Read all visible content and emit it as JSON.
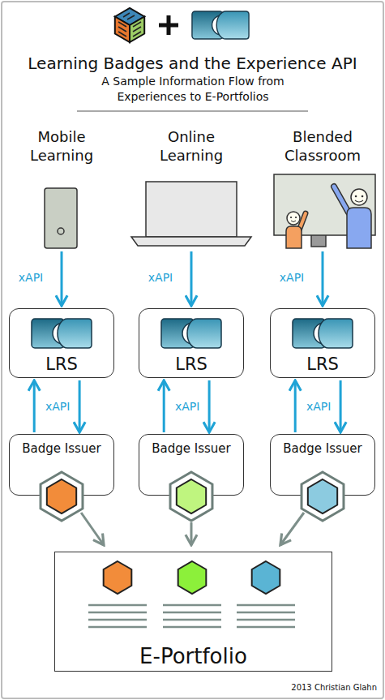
{
  "diagram": {
    "title": "Learning Badges and the Experience API",
    "nodes": [
      {
        "text": [
          "Mobile Learning"
        ]
      },
      {
        "text": [
          "Online Learning"
        ]
      },
      {
        "text": [
          "Blended Classroom"
        ]
      },
      {
        "text": [
          "LRS"
        ]
      },
      {
        "text": [
          "LRS"
        ]
      },
      {
        "text": [
          "LRS"
        ]
      },
      {
        "text": [
          "Badge Issuer"
        ]
      },
      {
        "text": [
          "Badge Issuer"
        ]
      },
      {
        "text": [
          "Badge Issuer"
        ]
      },
      {
        "text": [
          "E-Portfolio"
        ]
      }
    ],
    "edges": [
      {
        "from": 0,
        "to": 3,
        "label": "xAPI",
        "arrow": "to"
      },
      {
        "from": 1,
        "to": 4,
        "label": "xAPI",
        "arrow": "to"
      },
      {
        "from": 2,
        "to": 5,
        "label": "xAPI",
        "arrow": "to"
      },
      {
        "from": 6,
        "to": 3,
        "arrow": "to"
      },
      {
        "from": 3,
        "to": 6,
        "label": "xAPI",
        "arrow": "to"
      },
      {
        "from": 7,
        "to": 4,
        "arrow": "to"
      },
      {
        "from": 4,
        "to": 7,
        "label": "xAPI",
        "arrow": "to"
      },
      {
        "from": 8,
        "to": 5,
        "arrow": "to"
      },
      {
        "from": 5,
        "to": 8,
        "label": "xAPI",
        "arrow": "to"
      },
      {
        "from": 6,
        "to": 9,
        "arrow": "to"
      },
      {
        "from": 7,
        "to": 9,
        "arrow": "to"
      },
      {
        "from": 8,
        "to": 9,
        "arrow": "to"
      }
    ],
    "labels": [
      "A Sample Information Flow from Experiences to E-Portfolios",
      "2013 Christian Glahn"
    ]
  }
}
